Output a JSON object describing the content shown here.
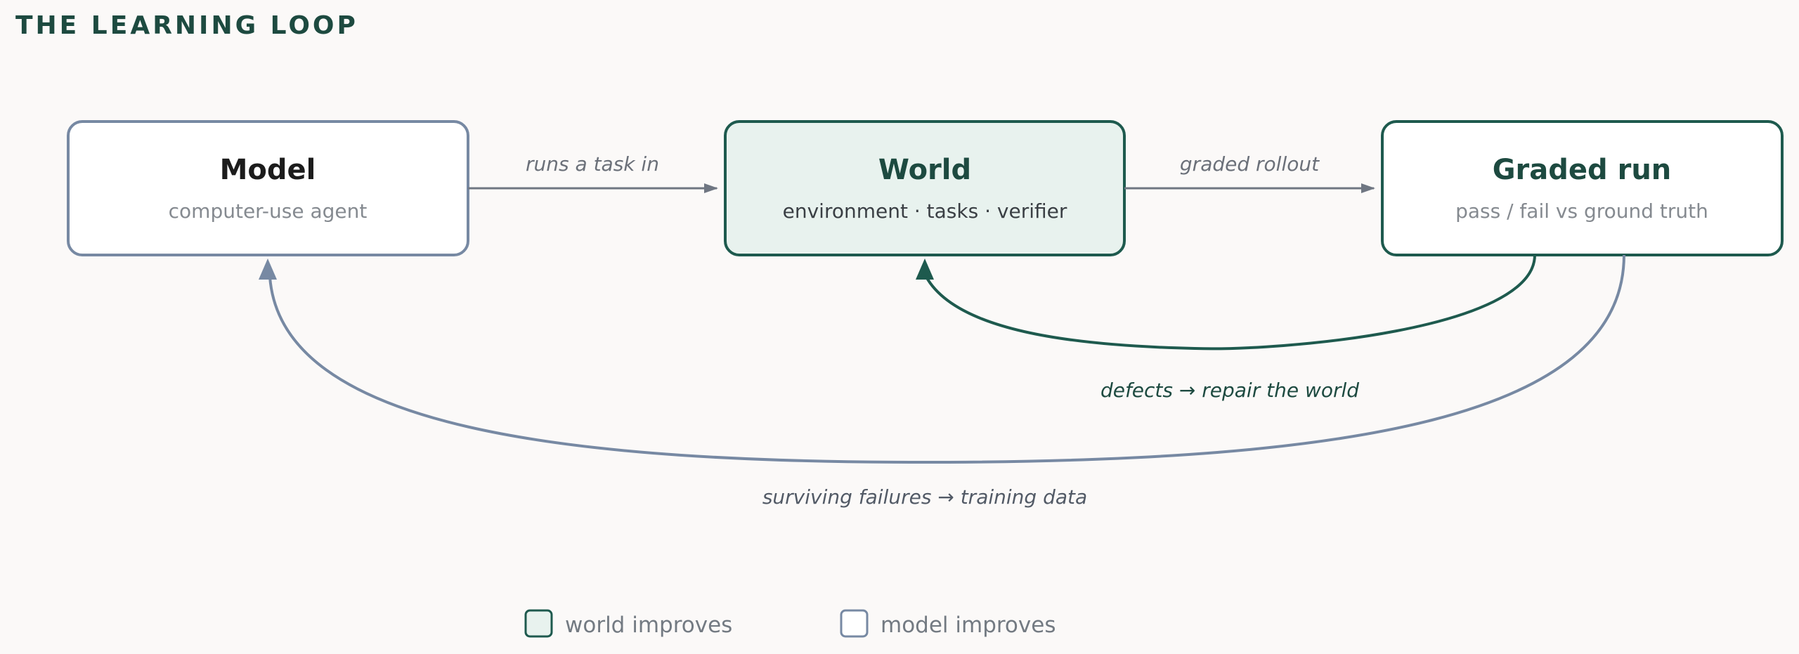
{
  "title": "THE LEARNING LOOP",
  "nodes": {
    "model": {
      "title": "Model",
      "subtitle": "computer-use agent"
    },
    "world": {
      "title": "World",
      "subtitle": "environment · tasks · verifier"
    },
    "graded": {
      "title": "Graded run",
      "subtitle": "pass / fail vs ground truth"
    }
  },
  "edges": {
    "model_to_world": "runs a task in",
    "world_to_graded": "graded rollout",
    "graded_to_world": "defects → repair the world",
    "graded_to_model": "surviving failures → training data"
  },
  "legend": {
    "world": "world improves",
    "model": "model improves"
  },
  "colors": {
    "background": "#fbf9f8",
    "world_accent": "#1e5a4e",
    "world_fill": "#e8f2ee",
    "model_accent": "#7789a3",
    "title": "#1d4a40",
    "edge_label_gray": "#6b7079",
    "edge_label_green": "#1d4a40",
    "subtitle_gray": "#858a90"
  }
}
